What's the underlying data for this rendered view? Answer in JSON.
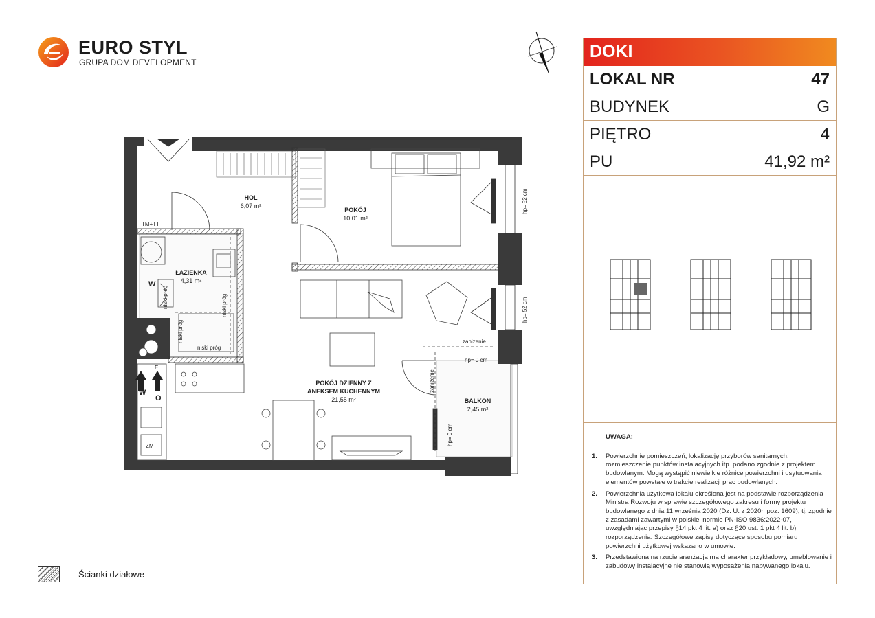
{
  "brand": {
    "name": "EURO STYL",
    "subtitle": "GRUPA DOM DEVELOPMENT",
    "colors": {
      "primary": "#e3241d",
      "secondary": "#f08a1f"
    }
  },
  "panel": {
    "header": "DOKI",
    "rows": [
      {
        "label": "LOKAL NR",
        "value": "47"
      },
      {
        "label": "BUDYNEK",
        "value": "G"
      },
      {
        "label": "PIĘTRO",
        "value": "4"
      },
      {
        "label": "PU",
        "value": "41,92 m²"
      }
    ]
  },
  "notes": {
    "title": "UWAGA:",
    "items": [
      {
        "num": "1.",
        "text": "Powierzchnię pomieszczeń, lokalizację przyborów sanitarnych, rozmieszczenie punktów instalacyjnych itp. podano zgodnie z projektem budowlanym. Mogą wystąpić niewielkie różnice powierzchni i usytuowania elementów powstałe w trakcie realizacji prac budowlanych."
      },
      {
        "num": "2.",
        "text": "Powierzchnia użytkowa lokalu określona jest na podstawie rozporządzenia Ministra Rozwoju w sprawie szczegółowego zakresu i formy projektu budowlanego z dnia 11 września 2020 (Dz. U. z 2020r. poz. 1609), tj. zgodnie z zasadami zawartymi w polskiej normie PN-ISO 9836:2022-07, uwzględniając przepisy §14 pkt 4 lit. a) oraz §20 ust. 1 pkt 4 lit. b) rozporządzenia. Szczegółowe zapisy dotyczące sposobu pomiaru powierzchni użytkowej wskazano w umowie."
      },
      {
        "num": "3.",
        "text": "Przedstawiona na rzucie aranżacja ma charakter przykładowy, umeblowanie i zabudowy instalacyjne nie stanowią wyposażenia nabywanego lokalu."
      }
    ]
  },
  "legend": {
    "label": "Ścianki działowe"
  },
  "plan": {
    "rooms": [
      {
        "name": "HOL",
        "area": "6,07 m²"
      },
      {
        "name": "POKÓJ",
        "area": "10,01 m²"
      },
      {
        "name": "ŁAZIENKA",
        "area": "4,31 m²"
      },
      {
        "name": "POKÓJ DZIENNY Z",
        "name2": "ANEKSEM KUCHENNYM",
        "area": "21,55 m²"
      },
      {
        "name": "BALKON",
        "area": "2,45 m²"
      }
    ],
    "labels": {
      "tm_tt": "TM+TT",
      "niski_prog": "niski próg",
      "zanizenie": "zaniżenie",
      "hp0": "hp= 0 cm",
      "hp52": "hp= 52 cm",
      "w": "W",
      "o": "O",
      "e": "E",
      "zm": "ZM"
    }
  }
}
